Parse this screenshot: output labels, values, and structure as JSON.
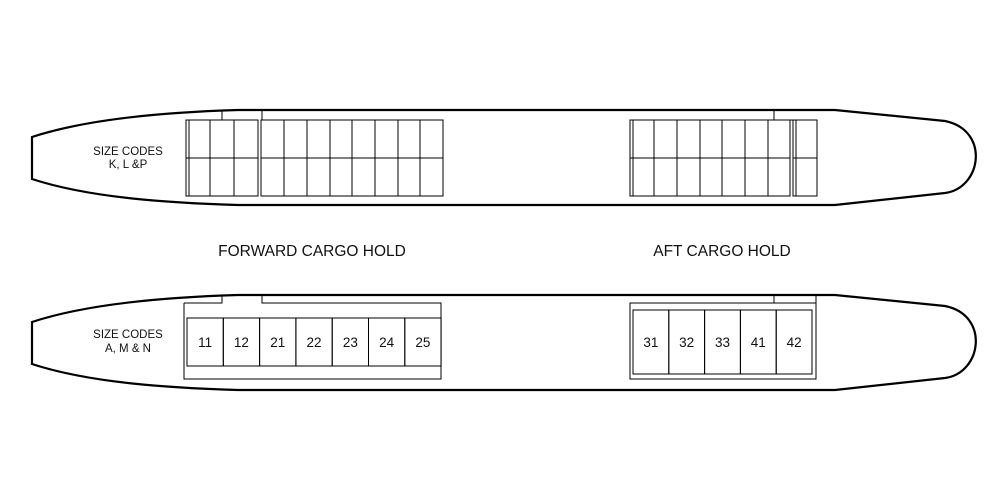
{
  "upper_deck": {
    "size_codes_line1": "SIZE CODES",
    "size_codes_line2": "K, L &P"
  },
  "lower_deck": {
    "size_codes_line1": "SIZE CODES",
    "size_codes_line2": "A, M & N",
    "forward_positions": [
      "11",
      "12",
      "21",
      "22",
      "23",
      "24",
      "25"
    ],
    "aft_positions": [
      "31",
      "32",
      "33",
      "41",
      "42"
    ]
  },
  "labels": {
    "forward_hold": "FORWARD CARGO HOLD",
    "aft_hold": "AFT CARGO HOLD"
  }
}
